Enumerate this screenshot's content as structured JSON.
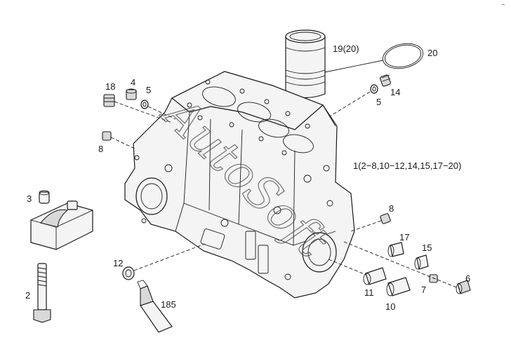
{
  "diagram": {
    "watermark": "AutoSoft",
    "corner_mark": "~",
    "callouts": {
      "liner": "19(20)",
      "ring_top": "20",
      "plug_top_right": "14",
      "washer_top_right": "5",
      "plug_18": "18",
      "plug_4": "4",
      "washer_5": "5",
      "plug_8_left": "8",
      "assembly": "1(2−8,10−12,14,15,17−20)",
      "plug_8_right": "8",
      "bush_17": "17",
      "bush_15": "15",
      "plug_6": "6",
      "plug_7": "7",
      "bush_11": "11",
      "bush_10": "10",
      "cap_3": "3",
      "bolt_2": "2",
      "seal_12": "12",
      "sealant_185": "185"
    }
  }
}
